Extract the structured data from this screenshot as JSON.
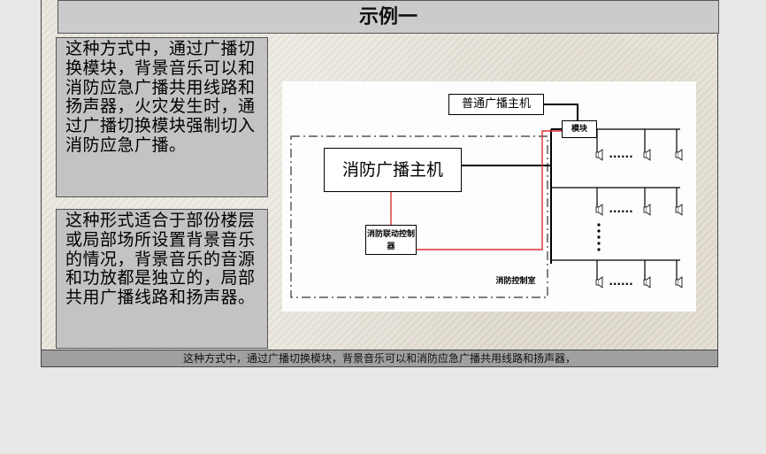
{
  "title": "示例一",
  "text_box_1": "这种方式中，通过广播切换模块，背景音乐可以和消防应急广播共用线路和扬声器，火灾发生时，通过广播切换模块强制切入消防应急广播。",
  "text_box_2": "这种形式适合于部份楼层或局部场所设置背景音乐的情况，背景音乐的音源和功放都是独立的，局部共用广播线路和扬声器。",
  "diagram": {
    "normal_broadcast_host": "普通广播主机",
    "fire_broadcast_host": "消防广播主机",
    "module": "模块",
    "fire_linkage_controller": "消防联动控制器",
    "fire_control_room": "消防控制室",
    "speaker_ellipsis": "······",
    "vertical_ellipsis": "⋮"
  },
  "caption": "这种方式中，通过广播切换模块，背景音乐可以和消防应急广播共用线路和扬声器，",
  "colors": {
    "red_line": "#e03030",
    "title_bg": "#cbcbcb",
    "textbox_bg": "#c3c3c3",
    "caption_bg": "#a0a0a0"
  }
}
